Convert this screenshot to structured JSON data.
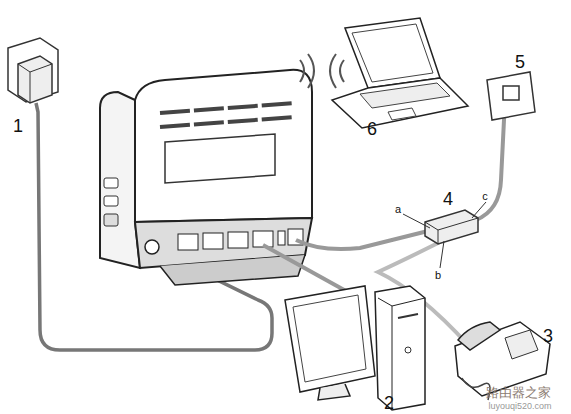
{
  "diagram": {
    "labels": [
      "1",
      "2",
      "3",
      "4",
      "5",
      "6",
      "a",
      "b",
      "c",
      "路由器之家",
      "luyouqi520.com"
    ]
  }
}
